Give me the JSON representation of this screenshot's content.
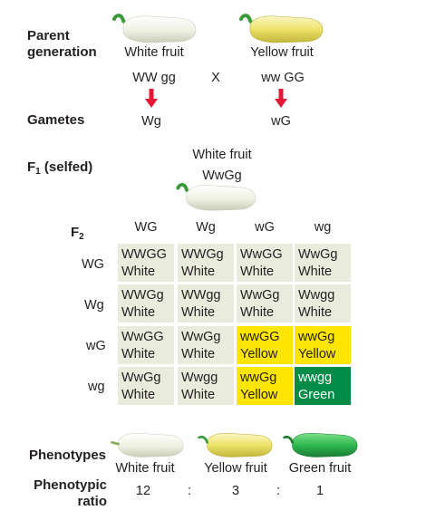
{
  "parent": {
    "label": "Parent\ngeneration",
    "left_phenotype": "White fruit",
    "right_phenotype": "Yellow fruit",
    "left_genotype": "WW gg",
    "cross_symbol": "X",
    "right_genotype": "ww GG"
  },
  "gametes": {
    "label": "Gametes",
    "left": "Wg",
    "right": "wG",
    "arrow_color": "#e31837"
  },
  "f1": {
    "label_main": "F",
    "label_sub": "1",
    "label_rest": " (selfed)",
    "phenotype": "White fruit",
    "genotype": "WwGg"
  },
  "f2": {
    "label_main": "F",
    "label_sub": "2",
    "col_headers": [
      "WG",
      "Wg",
      "wG",
      "wg"
    ],
    "row_headers": [
      "WG",
      "Wg",
      "wG",
      "wg"
    ],
    "cells": [
      [
        {
          "g": "WWGG",
          "p": "White",
          "c": "white"
        },
        {
          "g": "WWGg",
          "p": "White",
          "c": "white"
        },
        {
          "g": "WwGG",
          "p": "White",
          "c": "white"
        },
        {
          "g": "WwGg",
          "p": "White",
          "c": "white"
        }
      ],
      [
        {
          "g": "WWGg",
          "p": "White",
          "c": "white"
        },
        {
          "g": "WWgg",
          "p": "White",
          "c": "white"
        },
        {
          "g": "WwGg",
          "p": "White",
          "c": "white"
        },
        {
          "g": "Wwgg",
          "p": "White",
          "c": "white"
        }
      ],
      [
        {
          "g": "WwGG",
          "p": "White",
          "c": "white"
        },
        {
          "g": "WwGg",
          "p": "White",
          "c": "white"
        },
        {
          "g": "wwGG",
          "p": "Yellow",
          "c": "yellow"
        },
        {
          "g": "wwGg",
          "p": "Yellow",
          "c": "yellow"
        }
      ],
      [
        {
          "g": "WwGg",
          "p": "White",
          "c": "white"
        },
        {
          "g": "Wwgg",
          "p": "White",
          "c": "white"
        },
        {
          "g": "wwGg",
          "p": "Yellow",
          "c": "yellow"
        },
        {
          "g": "wwgg",
          "p": "Green",
          "c": "green"
        }
      ]
    ]
  },
  "phenotypes": {
    "label": "Phenotypes",
    "white": "White fruit",
    "yellow": "Yellow fruit",
    "green": "Green fruit"
  },
  "ratio": {
    "label": "Phenotypic\nratio",
    "white": "12",
    "sep1": ":",
    "yellow": "3",
    "sep2": ":",
    "green": "1"
  },
  "colors": {
    "white_cell": "#e9ebdc",
    "yellow_cell": "#ffe600",
    "green_cell": "#008c47",
    "white_fruit": "#eef0e2",
    "yellow_fruit": "#ede36a",
    "green_fruit": "#2db84f",
    "stem": "#3a9a3a"
  },
  "icons": {
    "fruit": "squash-fruit-icon",
    "arrow": "down-arrow-icon"
  }
}
